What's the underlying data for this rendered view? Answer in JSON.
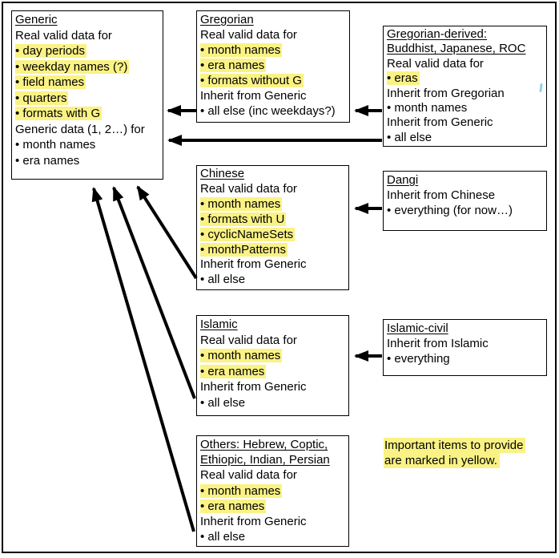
{
  "colors": {
    "highlight": "#FAF284",
    "border": "#000000",
    "background": "#FFFFFF",
    "arrow": "#000000",
    "stray_mark": "#8FD4E6"
  },
  "boxes": {
    "generic": {
      "lines": [
        "Generic",
        "Real valid data for",
        "• day periods",
        "• weekday names (?)",
        "• field names",
        "• quarters",
        "• formats with G",
        "Generic data (1, 2…) for",
        "• month names",
        "• era names"
      ]
    },
    "gregorian": {
      "lines": [
        "Gregorian",
        "Real valid data for",
        "• month names",
        "• era names",
        "• formats without G",
        "Inherit from Generic",
        "• all else (inc weekdays?)"
      ]
    },
    "gregorian_derived": {
      "lines": [
        "Gregorian-derived:",
        "Buddhist, Japanese, ROC",
        "Real valid data for",
        "• eras",
        "Inherit from Gregorian",
        "• month names",
        "Inherit from Generic",
        "• all else"
      ]
    },
    "chinese": {
      "lines": [
        "Chinese",
        "Real valid data for",
        "• month names",
        "• formats with U",
        "• cyclicNameSets",
        "• monthPatterns",
        "Inherit from Generic",
        "• all else"
      ]
    },
    "dangi": {
      "lines": [
        "Dangi",
        "Inherit from Chinese",
        "• everything (for now…)"
      ]
    },
    "islamic": {
      "lines": [
        "Islamic",
        "Real valid data for",
        "• month names",
        "• era names",
        "Inherit from Generic",
        "• all else"
      ]
    },
    "islamic_civil": {
      "lines": [
        "Islamic-civil",
        "Inherit from Islamic",
        "• everything"
      ]
    },
    "others": {
      "lines": [
        "Others: Hebrew, Coptic,",
        "Ethiopic, Indian, Persian",
        "Real valid data for",
        "• month names",
        "• era names",
        "Inherit from Generic",
        "• all else"
      ]
    }
  },
  "note": {
    "line1": "Important items to provide",
    "line2": "are marked in yellow."
  },
  "arrows": [
    {
      "from": "gregorian",
      "to": "generic"
    },
    {
      "from": "gregorian_derived",
      "to": "gregorian"
    },
    {
      "from": "gregorian_derived",
      "to": "generic"
    },
    {
      "from": "dangi",
      "to": "chinese"
    },
    {
      "from": "islamic_civil",
      "to": "islamic"
    },
    {
      "from": "chinese",
      "to": "generic"
    },
    {
      "from": "islamic",
      "to": "generic"
    },
    {
      "from": "others",
      "to": "generic"
    }
  ]
}
